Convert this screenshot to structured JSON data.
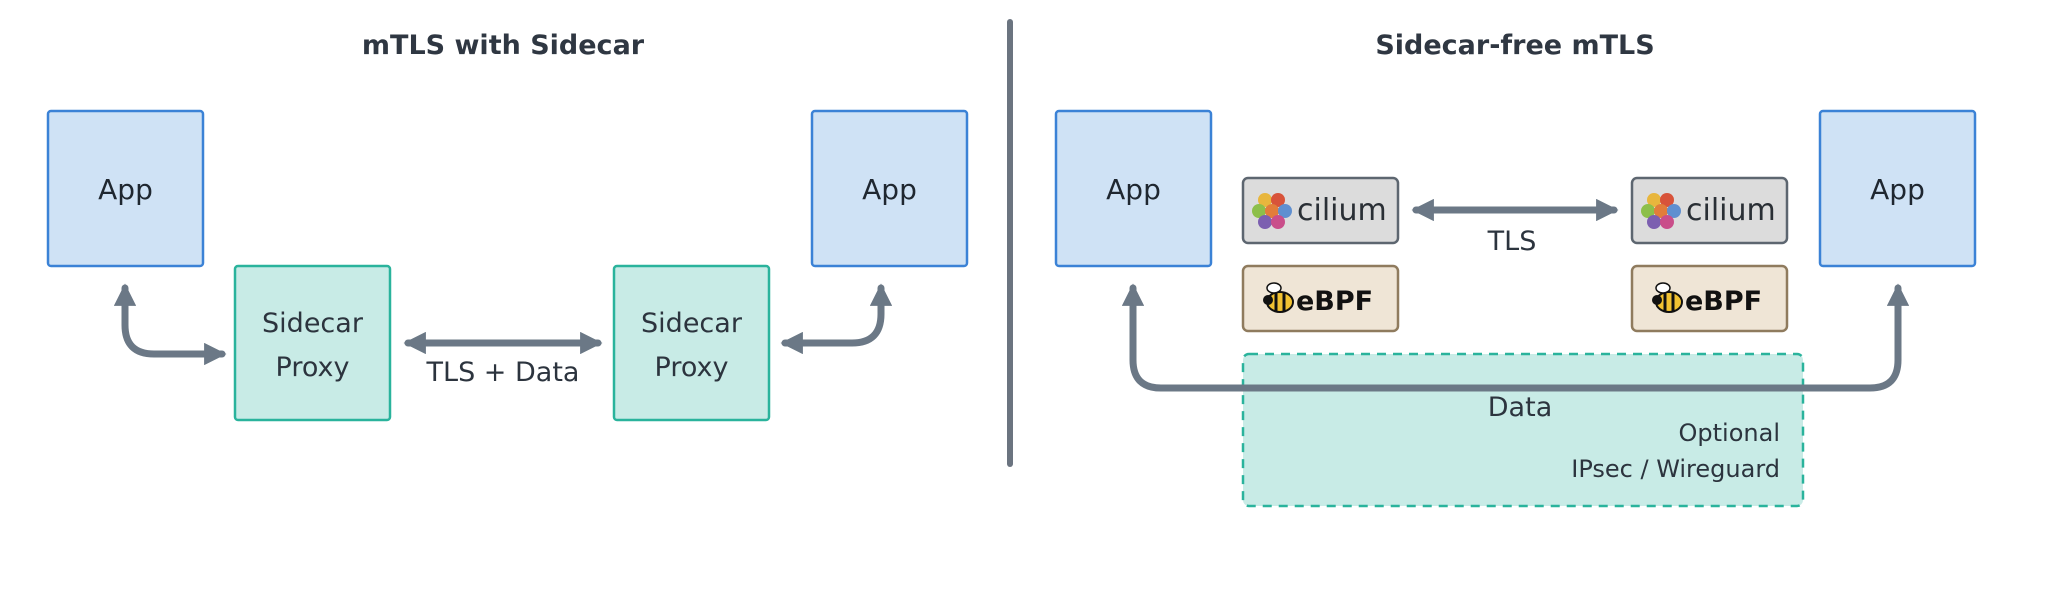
{
  "left_panel": {
    "title": "mTLS with Sidecar",
    "app_left": "App",
    "app_right": "App",
    "sidecar_left": [
      "Sidecar",
      "Proxy"
    ],
    "sidecar_right": [
      "Sidecar",
      "Proxy"
    ],
    "link_label": "TLS + Data"
  },
  "right_panel": {
    "title": "Sidecar-free mTLS",
    "app_left": "App",
    "app_right": "App",
    "cilium_left": "cilium",
    "cilium_right": "cilium",
    "ebpf_left": "eBPF",
    "ebpf_right": "eBPF",
    "tls_label": "TLS",
    "data_label": "Data",
    "optional_label": "Optional",
    "ipsec_label": "IPsec / Wireguard"
  },
  "colors": {
    "app_fill": "#cfe2f5",
    "app_stroke": "#3b82d6",
    "sidecar_fill": "#c8ebe6",
    "sidecar_stroke": "#2ab39c",
    "arrow": "#6b7886",
    "divider": "#6b7480",
    "logo_fill": "#dcdcdc",
    "logo_stroke": "#5d6670",
    "ebpf_fill": "#efe5d6",
    "ebpf_stroke": "#8f7b5e"
  }
}
